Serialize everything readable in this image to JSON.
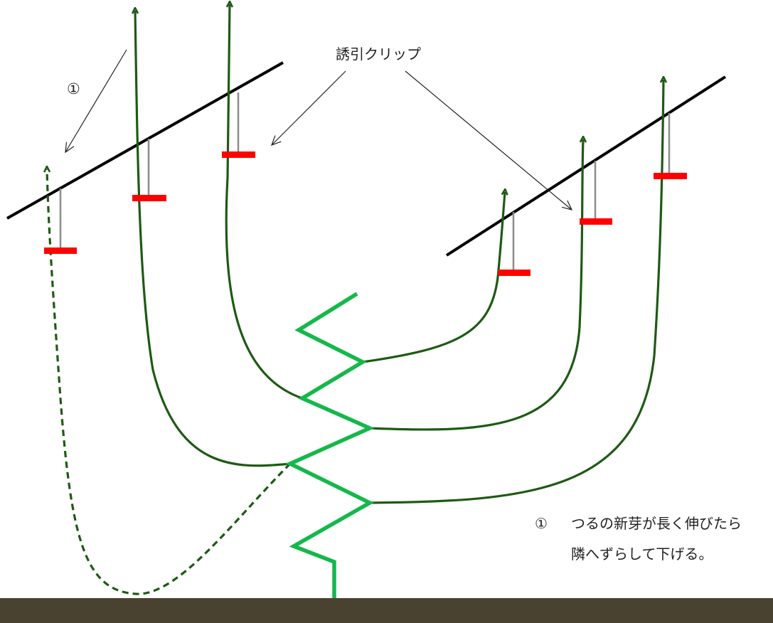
{
  "labels": {
    "clip": "誘引クリップ",
    "marker": "①"
  },
  "note": {
    "number": "①",
    "line1": "つるの新芽が長く伸びたら",
    "line2": "隣へずらして下げる。"
  },
  "colors": {
    "main_stem": "#14b84a",
    "vine": "#1e5a14",
    "wire": "#000000",
    "clip": "#ff0000",
    "string": "#8c8c8c",
    "ground": "#4a4230"
  }
}
